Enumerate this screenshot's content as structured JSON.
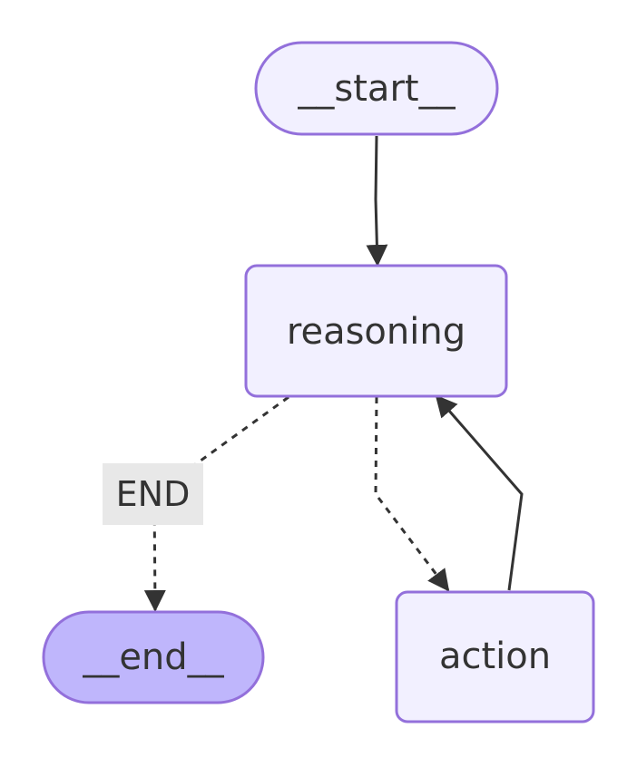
{
  "nodes": {
    "start": {
      "label": "__start__"
    },
    "reasoning": {
      "label": "reasoning"
    },
    "end": {
      "label": "__end__"
    },
    "action": {
      "label": "action"
    }
  },
  "edge_labels": {
    "reasoning_to_end": "END"
  },
  "colors": {
    "node_fill": "#f2f0ff",
    "node_stroke": "#9370db",
    "end_fill": "#bfb6fc",
    "edge": "#333333",
    "edge_label_bg": "#e8e8e8"
  }
}
